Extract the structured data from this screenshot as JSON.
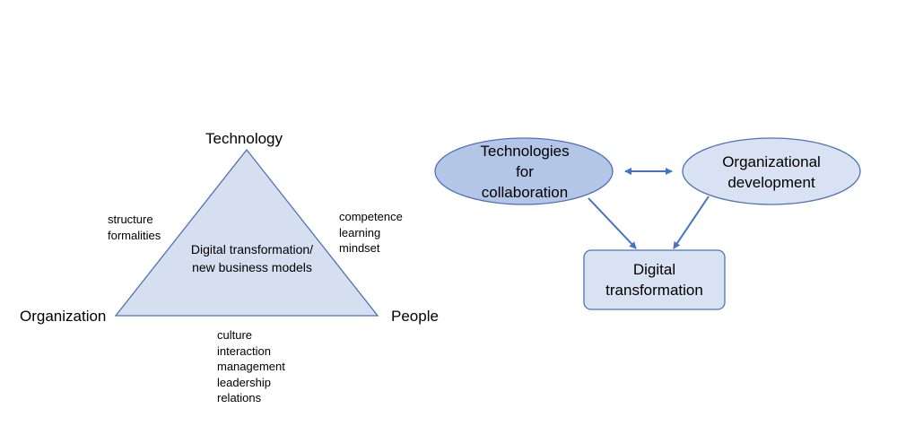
{
  "triangle": {
    "vertices": {
      "top": "Technology",
      "left": "Organization",
      "right": "People"
    },
    "center_lines": [
      "Digital transformation/",
      "new business models"
    ],
    "left_side_items": [
      "structure",
      "formalities"
    ],
    "right_side_items": [
      "competence",
      "learning",
      "mindset"
    ],
    "bottom_side_items": [
      "culture",
      "interaction",
      "management",
      "leadership",
      "relations"
    ]
  },
  "flow": {
    "tech_node_lines": [
      "Technologies",
      "for",
      "collaboration"
    ],
    "org_node_lines": [
      "Organizational",
      "development"
    ],
    "digital_node_lines": [
      "Digital",
      "transformation"
    ]
  },
  "colors": {
    "triangle_fill": "#d6dff0",
    "stroke": "#4f72b5",
    "tech_fill": "#b3c6e7",
    "light_fill": "#d9e2f3",
    "arrow": "#4472c4"
  }
}
